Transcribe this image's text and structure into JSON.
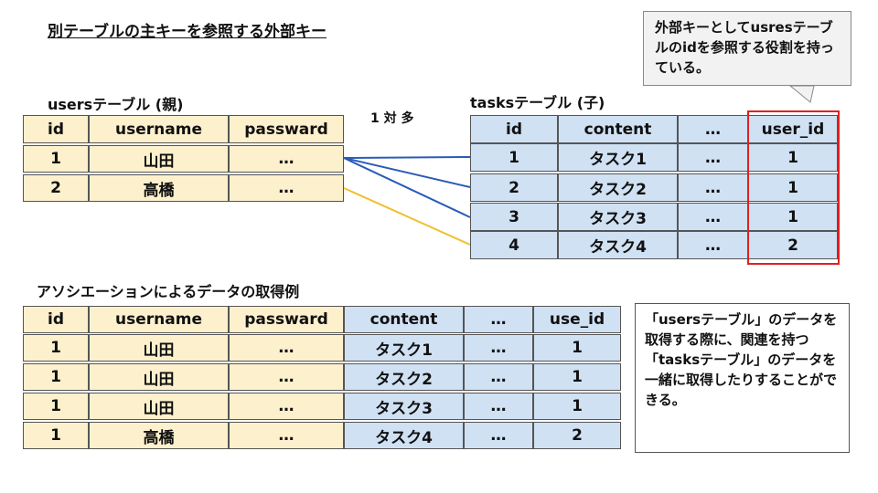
{
  "title": "別テーブルの主キーを参照する外部キー",
  "callout": "外部キーとしてusresテーブルのidを参照する役割を持っている。",
  "users_label": "usersテーブル (親)",
  "tasks_label": "tasksテーブル (子)",
  "relation_label": "1 対 多",
  "users_table": {
    "headers": [
      "id",
      "username",
      "passward"
    ],
    "rows": [
      [
        "1",
        "山田",
        "…"
      ],
      [
        "2",
        "高橋",
        "…"
      ]
    ]
  },
  "tasks_table": {
    "headers": [
      "id",
      "content",
      "…",
      "user_id"
    ],
    "rows": [
      [
        "1",
        "タスク1",
        "…",
        "1"
      ],
      [
        "2",
        "タスク2",
        "…",
        "1"
      ],
      [
        "3",
        "タスク3",
        "…",
        "1"
      ],
      [
        "4",
        "タスク4",
        "…",
        "2"
      ]
    ]
  },
  "example_label": "アソシエーションによるデータの取得例",
  "joined_table": {
    "headers": [
      "id",
      "username",
      "passward",
      "content",
      "…",
      "use_id"
    ],
    "rows": [
      [
        "1",
        "山田",
        "…",
        "タスク1",
        "…",
        "1"
      ],
      [
        "1",
        "山田",
        "…",
        "タスク2",
        "…",
        "1"
      ],
      [
        "1",
        "山田",
        "…",
        "タスク3",
        "…",
        "1"
      ],
      [
        "1",
        "高橋",
        "…",
        "タスク4",
        "…",
        "2"
      ]
    ]
  },
  "note": "「usersテーブル」のデータを取得する際に、関連を持つ「tasksテーブル」のデータを一緒に取得したりすることができる。",
  "colors": {
    "yellow": "#fdf0cc",
    "blue": "#cfe1f3",
    "link_blue": "#2a5bb8",
    "link_yellow": "#f0c030",
    "highlight": "#e02020"
  }
}
